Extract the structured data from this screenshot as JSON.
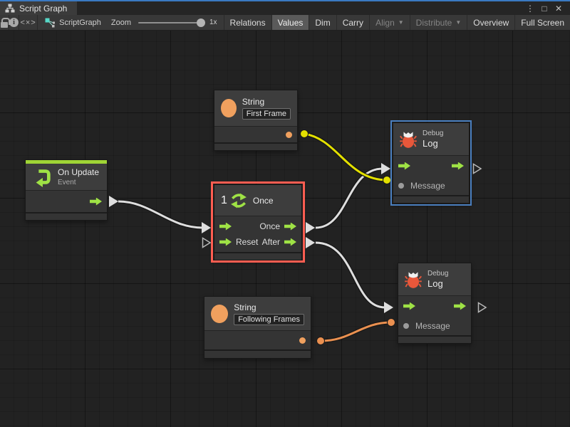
{
  "window": {
    "tab_title": "Script Graph",
    "controls": {
      "menu": "⋮",
      "maximize": "□",
      "close": "✕"
    }
  },
  "toolbar": {
    "code_glyph": "<×>",
    "graph_name": "ScriptGraph",
    "zoom_label": "Zoom",
    "zoom_value": "1x",
    "dropdown_glyph": "▼",
    "buttons": [
      {
        "label": "Relations",
        "state": "normal"
      },
      {
        "label": "Values",
        "state": "selected"
      },
      {
        "label": "Dim",
        "state": "normal"
      },
      {
        "label": "Carry",
        "state": "normal"
      },
      {
        "label": "Align",
        "state": "disabled",
        "dropdown": true
      },
      {
        "label": "Distribute",
        "state": "disabled",
        "dropdown": true
      },
      {
        "label": "Overview",
        "state": "normal"
      },
      {
        "label": "Full Screen",
        "state": "normal"
      }
    ]
  },
  "nodes": {
    "string_top": {
      "title": "String",
      "value": "First Frame"
    },
    "on_update": {
      "title": "On Update",
      "subtitle": "Event"
    },
    "once": {
      "icon_number": "1",
      "title": "Once",
      "out1_label": "Once",
      "in2_label": "Reset",
      "out2_label": "After",
      "selected": "red"
    },
    "debug_top": {
      "surtitle": "Debug",
      "title": "Log",
      "message_label": "Message",
      "selected": "blue"
    },
    "debug_bottom": {
      "surtitle": "Debug",
      "title": "Log",
      "message_label": "Message"
    },
    "string_bottom": {
      "title": "String",
      "value": "Following Frames"
    }
  },
  "connections": [
    {
      "from": "on_update.flow_out",
      "to": "once.flow_in",
      "type": "flow",
      "color": "#dedede"
    },
    {
      "from": "once.once_out",
      "to": "debug_top.flow_in",
      "type": "flow",
      "color": "#dedede"
    },
    {
      "from": "once.after_out",
      "to": "debug_bottom.flow_in",
      "type": "flow",
      "color": "#dedede"
    },
    {
      "from": "string_top.value_out",
      "to": "debug_top.message_in",
      "type": "value",
      "color": "#e3e000"
    },
    {
      "from": "string_bottom.value_out",
      "to": "debug_bottom.message_in",
      "type": "value",
      "color": "#ea9050"
    }
  ],
  "colors": {
    "accent_green": "#9fe245",
    "event_green": "#9fd435",
    "port_orange": "#f0a05e",
    "bug_red": "#e8573a",
    "selection_red": "#ff5d51",
    "selection_blue": "#4a7fbf",
    "wire_yellow": "#e3e000",
    "wire_orange": "#ea9050",
    "focus_blue": "#3a79c2"
  }
}
